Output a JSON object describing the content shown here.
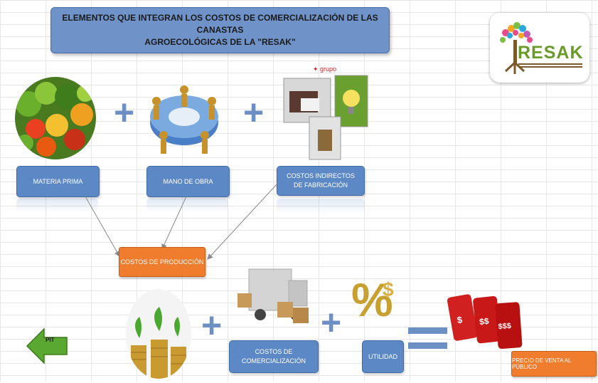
{
  "title": {
    "line1": "ELEMENTOS QUE INTEGRAN  LOS COSTOS DE COMERCIALIZACIÓN DE LAS CANASTAS",
    "line2": "AGROECOLÓGICAS DE LA \"RESAK\""
  },
  "boxes": {
    "materia_prima": "MATERIA PRIMA",
    "mano_de_obra": "MANO DE OBRA",
    "costos_indirectos": "COSTOS INDIRECTOS DE FABRICACIÓN",
    "costos_produccion": "COSTOS DE PRODUCCIÓN",
    "costos_comercializacion": "COSTOS DE COMERCIALIZACIÓN",
    "utilidad": "UTILIDAD",
    "precio_venta": "PRECIO DE VENTA AL PÚBLICO"
  },
  "logo": {
    "text": "RESAK"
  },
  "nav": {
    "back_label": "PIT"
  },
  "colors": {
    "box_blue": "#5d88c6",
    "title_blue": "#6f93c9",
    "orange": "#f07c2e",
    "operator": "#6e8fc4",
    "logo_green": "#6a9a2a"
  }
}
